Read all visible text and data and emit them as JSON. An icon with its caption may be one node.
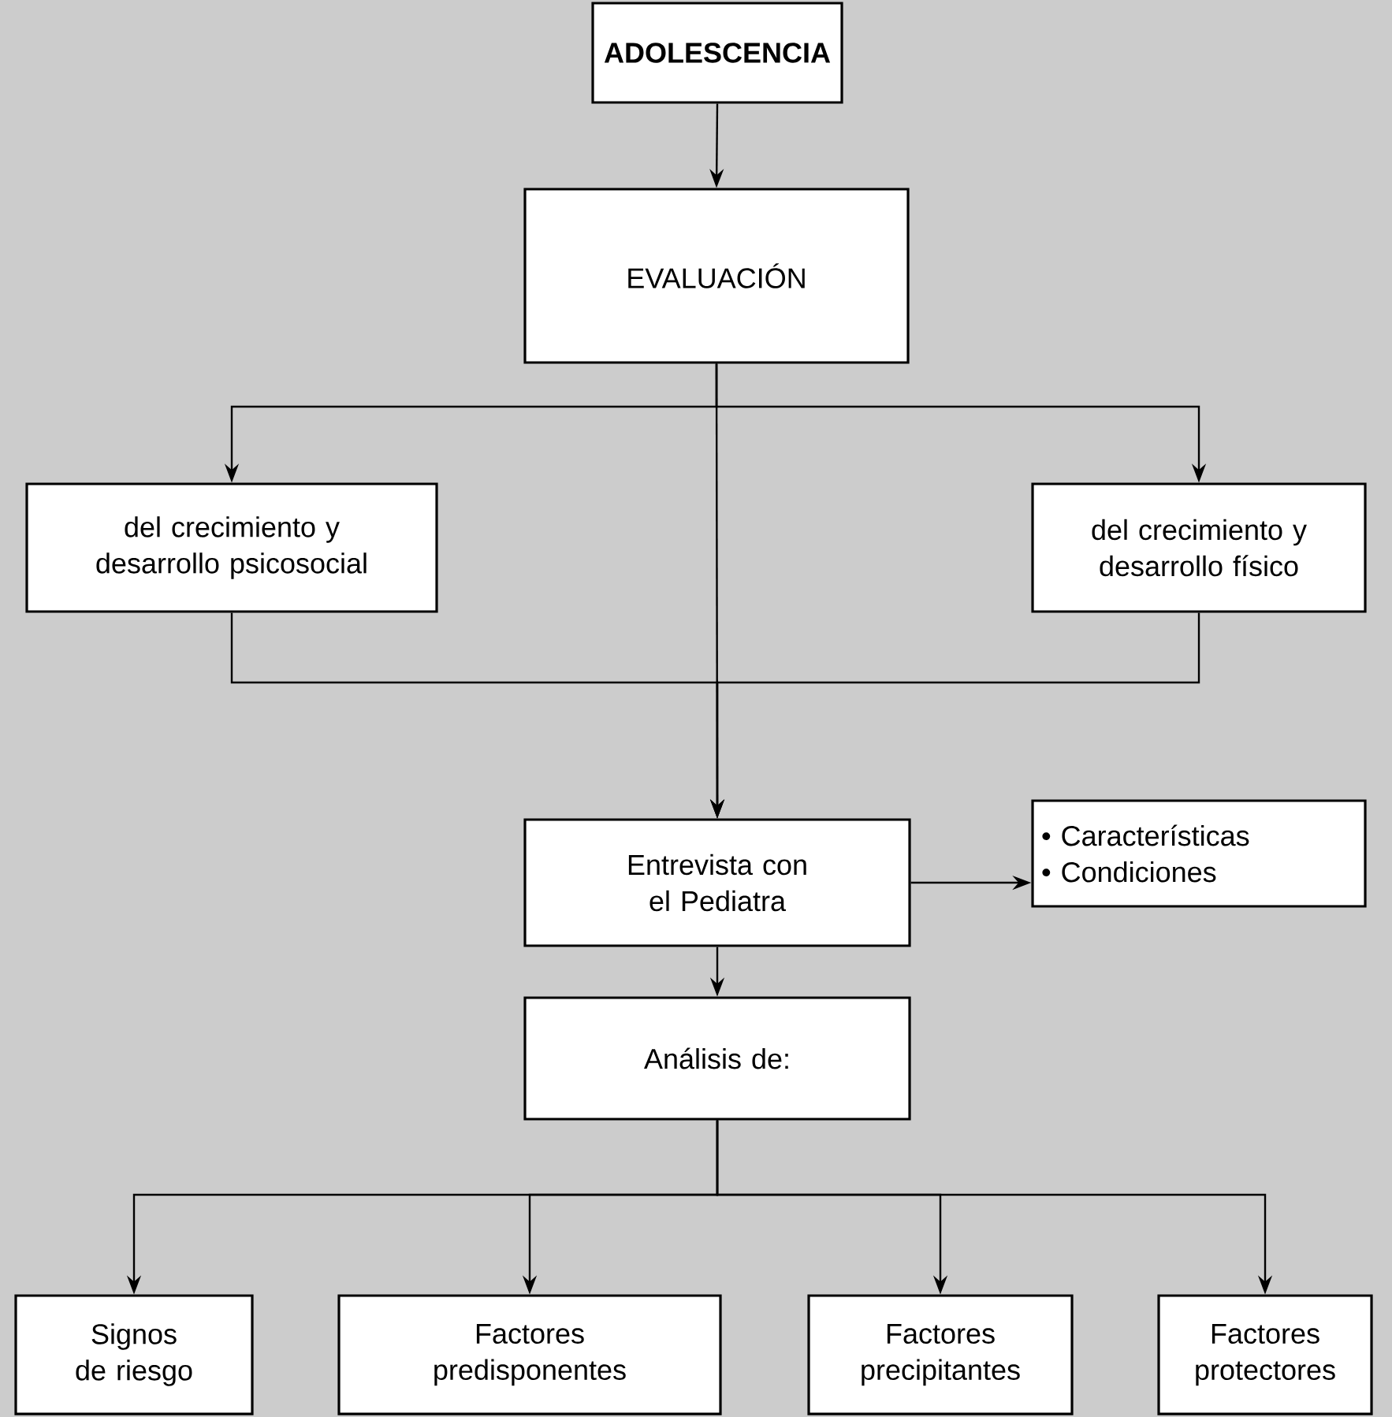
{
  "diagram": {
    "nodes": [
      {
        "text": [
          "ADOLESCENCIA"
        ]
      },
      {
        "text": [
          "EVALUACIÓN"
        ]
      },
      {
        "text": [
          "del crecimiento y desarrollo psicosocial"
        ]
      },
      {
        "text": [
          "del crecimiento y desarrollo físico"
        ]
      },
      {
        "text": [
          "Entrevista con el Pediatra"
        ]
      },
      {
        "text": [
          "• Características",
          "• Condiciones"
        ]
      },
      {
        "text": [
          "Análisis de:"
        ]
      },
      {
        "text": [
          "Signos de riesgo"
        ]
      },
      {
        "text": [
          "Factores predisponentes"
        ]
      },
      {
        "text": [
          "Factores precipitantes"
        ]
      },
      {
        "text": [
          "Factores protectores"
        ]
      }
    ],
    "edges": [
      {
        "from": 0,
        "to": 1,
        "arrow": "to"
      },
      {
        "from": 1,
        "to": 2,
        "arrow": "to"
      },
      {
        "from": 1,
        "to": 3,
        "arrow": "to"
      },
      {
        "from": 1,
        "to": 4,
        "arrow": "to"
      },
      {
        "from": 2,
        "to": 4,
        "arrow": "to"
      },
      {
        "from": 3,
        "to": 4,
        "arrow": "to"
      },
      {
        "from": 4,
        "to": 5,
        "arrow": "to"
      },
      {
        "from": 4,
        "to": 6,
        "arrow": "to"
      },
      {
        "from": 6,
        "to": 7,
        "arrow": "to"
      },
      {
        "from": 6,
        "to": 8,
        "arrow": "to"
      },
      {
        "from": 6,
        "to": 9,
        "arrow": "to"
      },
      {
        "from": 6,
        "to": 10,
        "arrow": "to"
      }
    ]
  }
}
